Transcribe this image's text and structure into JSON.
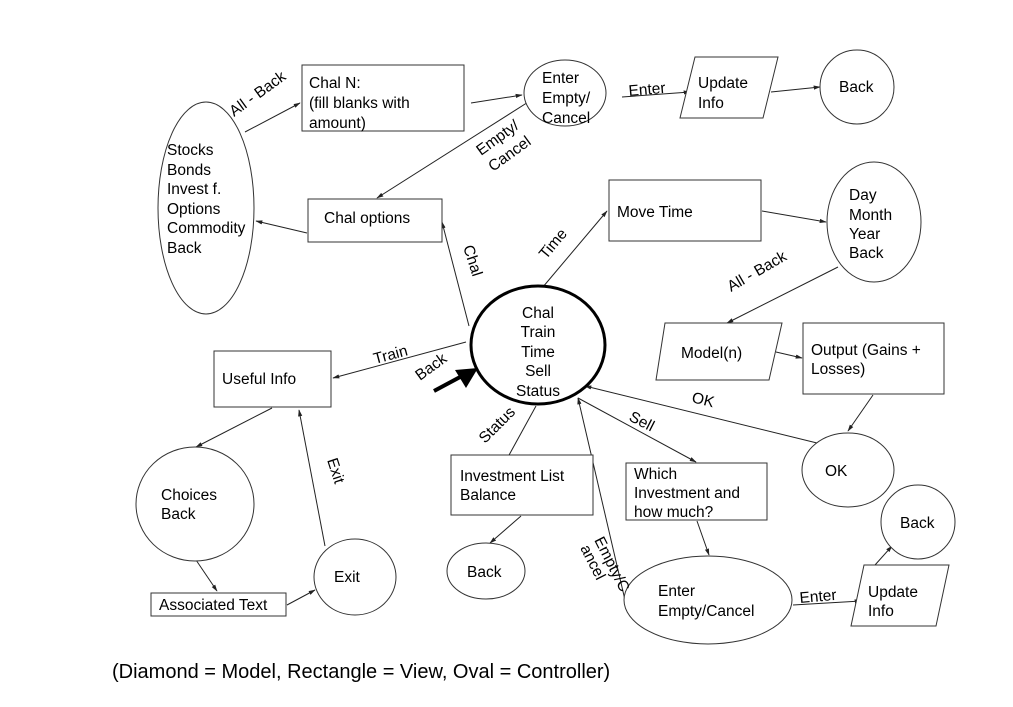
{
  "nodes": {
    "chal_n": {
      "shape": "rectangle",
      "lines": [
        "Chal N:",
        "(fill blanks with",
        "amount)"
      ]
    },
    "enter_empty_cancel_top": {
      "shape": "oval",
      "lines": [
        "Enter",
        "Empty/",
        "Cancel"
      ]
    },
    "update_info_top": {
      "shape": "parallelogram",
      "lines": [
        "Update",
        "Info"
      ]
    },
    "back_top": {
      "shape": "oval",
      "lines": [
        "Back"
      ]
    },
    "asset_menu": {
      "shape": "oval",
      "lines": [
        "Stocks",
        "Bonds",
        "Invest f.",
        "Options",
        "Commodity",
        "Back"
      ]
    },
    "chal_options": {
      "shape": "rectangle",
      "lines": [
        "Chal options"
      ]
    },
    "move_time": {
      "shape": "rectangle",
      "lines": [
        "Move Time"
      ]
    },
    "time_menu": {
      "shape": "oval",
      "lines": [
        "Day",
        "Month",
        "Year",
        "Back"
      ]
    },
    "main_menu": {
      "shape": "oval",
      "lines": [
        "Chal",
        "Train",
        "Time",
        "Sell",
        "Status"
      ]
    },
    "model_n": {
      "shape": "parallelogram",
      "lines": [
        "Model(n)"
      ]
    },
    "output": {
      "shape": "rectangle",
      "lines": [
        "Output (Gains +",
        "Losses)"
      ]
    },
    "useful_info": {
      "shape": "rectangle",
      "lines": [
        "Useful Info"
      ]
    },
    "ok": {
      "shape": "oval",
      "lines": [
        "OK"
      ]
    },
    "choices_back": {
      "shape": "oval",
      "lines": [
        "Choices",
        "Back"
      ]
    },
    "investment_list": {
      "shape": "rectangle",
      "lines": [
        "Investment List",
        "Balance"
      ]
    },
    "which_investment": {
      "shape": "rectangle",
      "lines": [
        "Which",
        "Investment and",
        "how much?"
      ]
    },
    "back_right": {
      "shape": "oval",
      "lines": [
        "Back"
      ]
    },
    "back_status": {
      "shape": "oval",
      "lines": [
        "Back"
      ]
    },
    "exit": {
      "shape": "oval",
      "lines": [
        "Exit"
      ]
    },
    "enter_empty_cancel_bottom": {
      "shape": "oval",
      "lines": [
        "Enter",
        "Empty/Cancel"
      ]
    },
    "update_info_bottom": {
      "shape": "parallelogram",
      "lines": [
        "Update",
        "Info"
      ]
    },
    "associated_text": {
      "shape": "rectangle",
      "lines": [
        "Associated Text"
      ]
    }
  },
  "edges": [
    {
      "from": "asset_menu",
      "to": "chal_n",
      "label": "All - Back"
    },
    {
      "from": "chal_n",
      "to": "enter_empty_cancel_top",
      "label": ""
    },
    {
      "from": "enter_empty_cancel_top",
      "to": "update_info_top",
      "label": "Enter"
    },
    {
      "from": "update_info_top",
      "to": "back_top",
      "label": ""
    },
    {
      "from": "enter_empty_cancel_top",
      "to": "chal_options",
      "label": "Empty/ Cancel"
    },
    {
      "from": "chal_options",
      "to": "asset_menu",
      "label": ""
    },
    {
      "from": "main_menu",
      "to": "chal_options",
      "label": "Chal"
    },
    {
      "from": "main_menu",
      "to": "move_time",
      "label": "Time"
    },
    {
      "from": "move_time",
      "to": "time_menu",
      "label": ""
    },
    {
      "from": "time_menu",
      "to": "model_n",
      "label": "All - Back"
    },
    {
      "from": "model_n",
      "to": "output",
      "label": ""
    },
    {
      "from": "output",
      "to": "ok",
      "label": ""
    },
    {
      "from": "ok",
      "to": "main_menu",
      "label": "OK"
    },
    {
      "from": "main_menu",
      "to": "useful_info",
      "label": "Train"
    },
    {
      "from": "entry",
      "to": "main_menu",
      "label": "Back"
    },
    {
      "from": "main_menu",
      "to": "investment_list",
      "label": "Status"
    },
    {
      "from": "investment_list",
      "to": "back_status",
      "label": ""
    },
    {
      "from": "main_menu",
      "to": "which_investment",
      "label": "Sell"
    },
    {
      "from": "which_investment",
      "to": "enter_empty_cancel_bottom",
      "label": ""
    },
    {
      "from": "enter_empty_cancel_bottom",
      "to": "main_menu",
      "label": "Empty/C ancel"
    },
    {
      "from": "enter_empty_cancel_bottom",
      "to": "update_info_bottom",
      "label": "Enter"
    },
    {
      "from": "update_info_bottom",
      "to": "back_right",
      "label": ""
    },
    {
      "from": "useful_info",
      "to": "choices_back",
      "label": ""
    },
    {
      "from": "choices_back",
      "to": "associated_text",
      "label": ""
    },
    {
      "from": "associated_text",
      "to": "exit",
      "label": ""
    },
    {
      "from": "exit",
      "to": "useful_info",
      "label": "Exit"
    }
  ],
  "edge_labels": {
    "all_back_top": "All - Back",
    "enter_top": "Enter",
    "empty_cancel_top_1": "Empty/",
    "empty_cancel_top_2": "Cancel",
    "chal": "Chal",
    "time": "Time",
    "all_back_right": "All - Back",
    "train": "Train",
    "back_entry": "Back",
    "ok": "OK",
    "sell": "Sell",
    "status": "Status",
    "exit": "Exit",
    "empty_cancel_bottom_1": "Empty/C",
    "empty_cancel_bottom_2": "ancel",
    "enter_bottom": "Enter"
  },
  "caption": "(Diamond = Model, Rectangle = View, Oval = Controller)"
}
